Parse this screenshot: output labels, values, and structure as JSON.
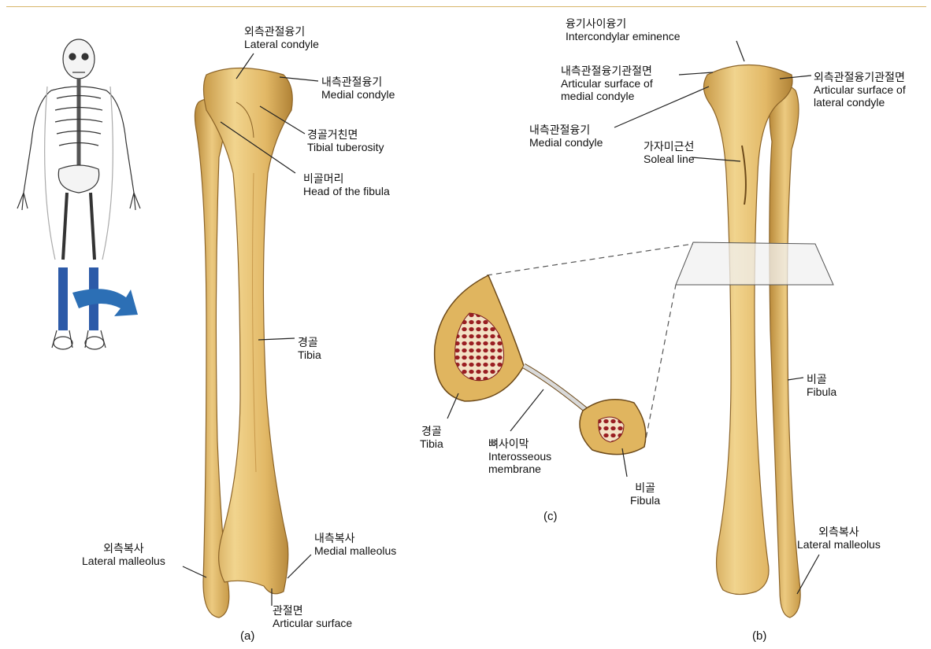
{
  "figure": {
    "panels": {
      "a": "(a)",
      "b": "(b)",
      "c": "(c)"
    },
    "labels": {
      "lateral_condyle": {
        "ko": "외측관절융기",
        "en": "Lateral condyle"
      },
      "medial_condyle_a": {
        "ko": "내측관절융기",
        "en": "Medial condyle"
      },
      "tibial_tuberosity": {
        "ko": "경골거친면",
        "en": "Tibial tuberosity"
      },
      "head_of_fibula": {
        "ko": "비골머리",
        "en": "Head of the fibula"
      },
      "tibia_a": {
        "ko": "경골",
        "en": "Tibia"
      },
      "lateral_malleolus_a": {
        "ko": "외측복사",
        "en": "Lateral malleolus"
      },
      "medial_malleolus": {
        "ko": "내측복사",
        "en": "Medial malleolus"
      },
      "articular_surface": {
        "ko": "관절면",
        "en": "Articular surface"
      },
      "intercondylar_eminence": {
        "ko": "융기사이융기",
        "en": "Intercondylar eminence"
      },
      "art_surface_medial": {
        "ko": "내측관절융기관절면",
        "en1": "Articular surface of",
        "en2": "medial condyle"
      },
      "art_surface_lateral": {
        "ko": "외측관절융기관절면",
        "en1": "Articular surface of",
        "en2": "lateral condyle"
      },
      "medial_condyle_b": {
        "ko": "내측관절융기",
        "en": "Medial condyle"
      },
      "soleal_line": {
        "ko": "가자미근선",
        "en": "Soleal line"
      },
      "fibula_b": {
        "ko": "비골",
        "en": "Fibula"
      },
      "lateral_malleolus_b": {
        "ko": "외측복사",
        "en": "Lateral malleolus"
      },
      "tibia_c": {
        "ko": "경골",
        "en": "Tibia"
      },
      "interosseous": {
        "ko": "뼈사이막",
        "en1": "Interosseous",
        "en2": "membrane"
      },
      "fibula_c": {
        "ko": "비골",
        "en": "Fibula"
      }
    },
    "colors": {
      "bone": "#e3bf6e",
      "bone_shadow": "#b98a3a",
      "highlight_leg": "#2c5aa8",
      "marrow": "#9a1e22"
    }
  }
}
